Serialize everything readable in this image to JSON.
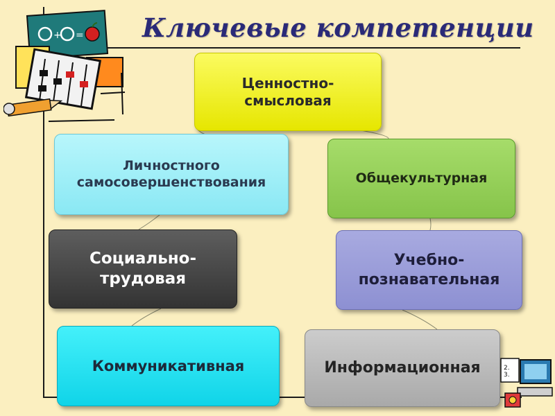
{
  "title": "Ключевые компетенции",
  "boxes": {
    "values": "Ценностно-\nсмысловая",
    "self_improvement": "Личностного\nсамосовершенствования",
    "general_cultural": "Общекультурная",
    "social_labor": "Социально-\nтрудовая",
    "educational_cognitive": "Учебно-\nпознавательная",
    "communicative": "Коммуникативная",
    "informational": "Информационная"
  },
  "clipart_list": "2.\n3.",
  "colors": {
    "background": "#fbefc0",
    "title": "#2a2a78"
  },
  "icons": [
    "apple-board-clipart-icon",
    "abacus-icon",
    "pencil-icon",
    "computer-clipart-icon"
  ]
}
